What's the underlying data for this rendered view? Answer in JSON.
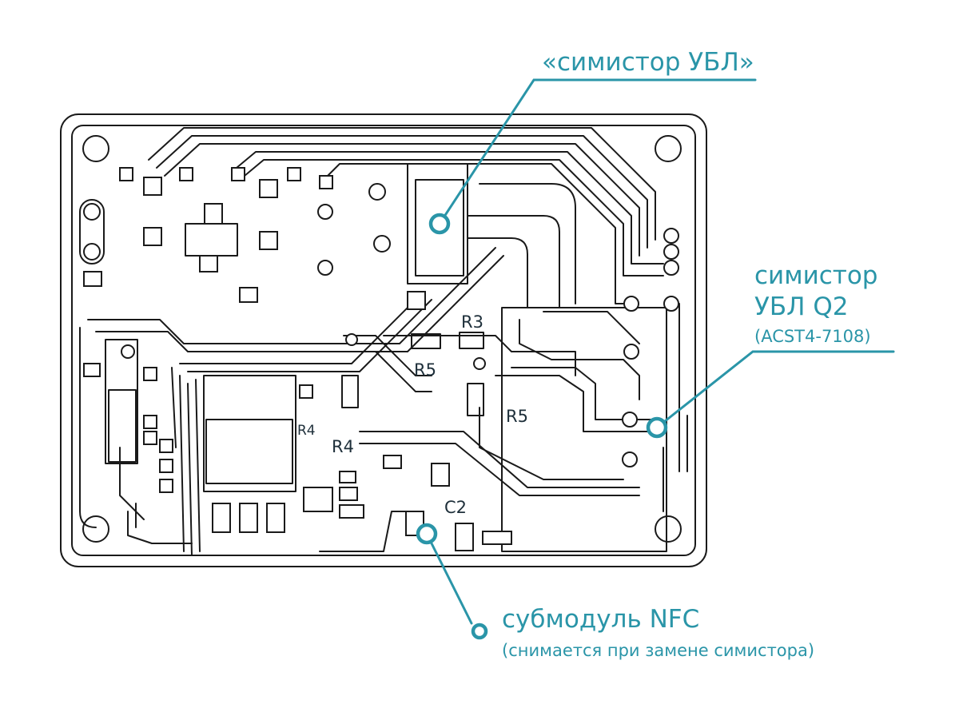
{
  "labels": {
    "triac_top": "«симистор УБЛ»",
    "triac_q2_line1": "симистор",
    "triac_q2_line2": "УБЛ Q2",
    "triac_q2_part": "(ACST4-7108)",
    "nfc_line1": "субмодуль NFC",
    "nfc_line2": "(снимается при замене симистора)"
  },
  "silkscreen": {
    "r3": "R3",
    "r5_top": "R5",
    "r5_right": "R5",
    "r4": "R4",
    "r4_small": "R4",
    "c2": "C2"
  },
  "colors": {
    "accent": "#2a95a8",
    "ink": "#1a1a1a"
  }
}
